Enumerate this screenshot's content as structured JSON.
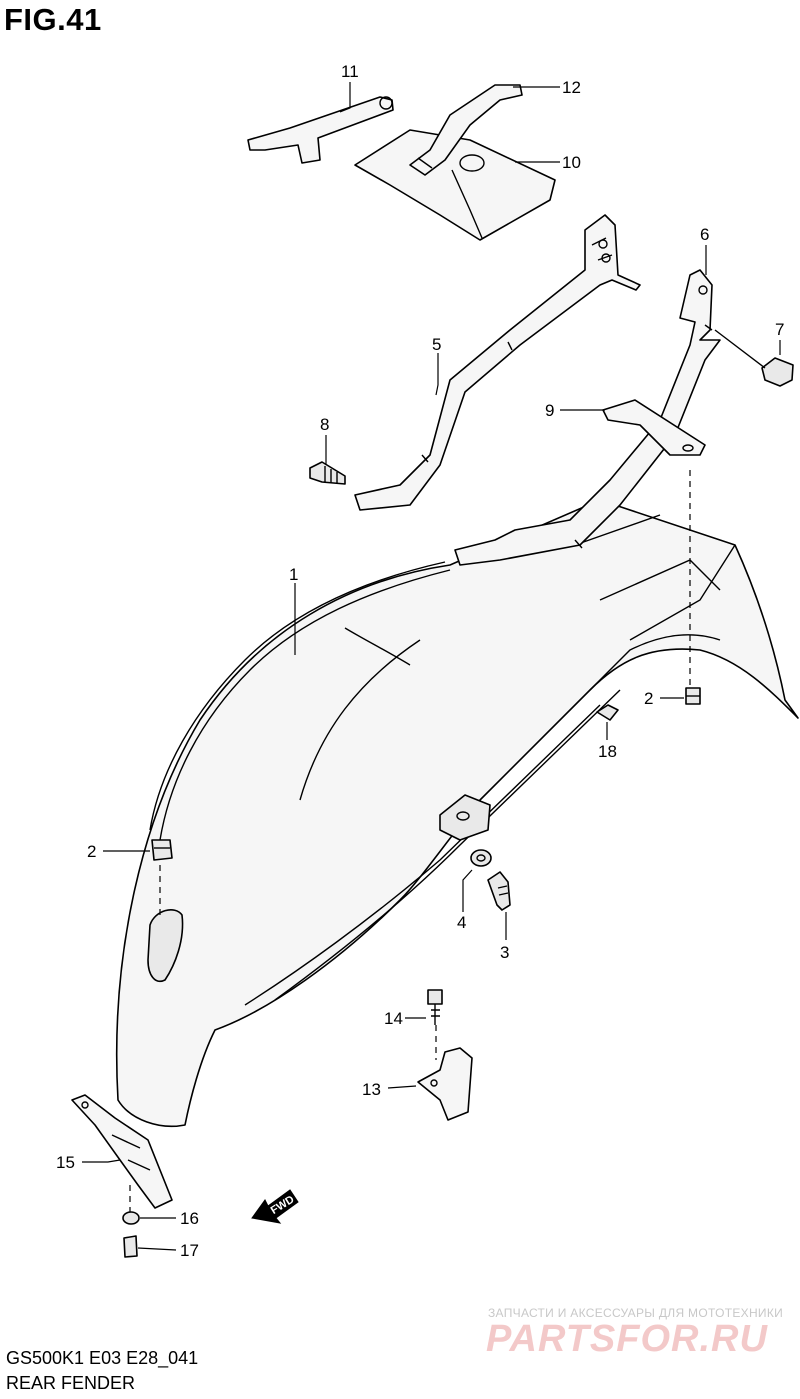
{
  "figure": {
    "title": "FIG.41",
    "model_code": "GS500K1 E03 E28_041",
    "section_name": "REAR FENDER"
  },
  "callouts": {
    "c1": "1",
    "c2a": "2",
    "c2b": "2",
    "c3": "3",
    "c4": "4",
    "c5": "5",
    "c6": "6",
    "c7": "7",
    "c8": "8",
    "c9": "9",
    "c10": "10",
    "c11": "11",
    "c12": "12",
    "c13": "13",
    "c14": "14",
    "c15": "15",
    "c16": "16",
    "c17": "17",
    "c18": "18"
  },
  "fwd_arrow": {
    "label": "FWD"
  },
  "watermark": {
    "tagline": "ЗАПЧАСТИ И АКСЕССУАРЫ ДЛЯ МОТОТЕХНИКИ",
    "logo": "PARTSFOR.RU"
  },
  "colors": {
    "line": "#000000",
    "part_fill": "#f6f6f6",
    "watermark_text": "#c8c8c8",
    "watermark_logo": "#f3c9c9"
  }
}
